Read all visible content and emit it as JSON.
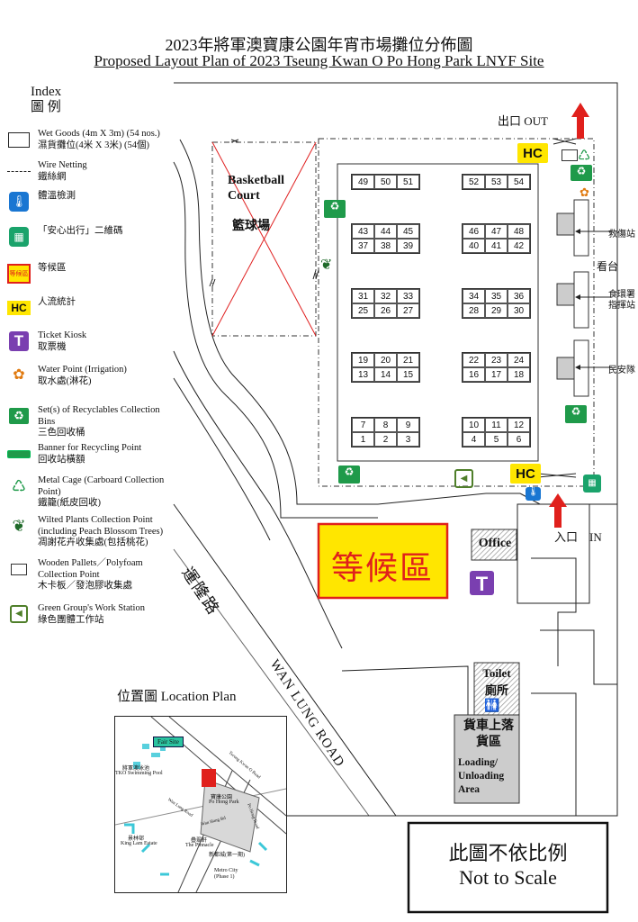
{
  "title": {
    "cn": "2023年將軍澳寶康公園年宵市場攤位分佈圖",
    "en": "Proposed Layout Plan of 2023 Tseung Kwan O Po Hong Park LNYF Site"
  },
  "legend": {
    "heading_en": "Index",
    "heading_cn": "圖  例",
    "items": [
      {
        "icon": "wet-goods-stall-icon",
        "text": "Wet Goods (4m X 3m) (54 nos.)\n濕貨攤位(4米 X 3米) (54個)"
      },
      {
        "icon": "wire-netting-icon",
        "text": "Wire Netting\n鐵絲網"
      },
      {
        "icon": "temperature-check-icon",
        "text": "體溫檢測"
      },
      {
        "icon": "leave-home-safe-qr-icon",
        "text": "「安心出行」二維碼"
      },
      {
        "icon": "waiting-area-icon",
        "text": "等候區"
      },
      {
        "icon": "hc-icon",
        "text": "人流統計"
      },
      {
        "icon": "ticket-kiosk-icon",
        "text": "Ticket Kiosk\n取票機"
      },
      {
        "icon": "water-point-icon",
        "text": "Water Point (Irrigation)\n取水處(淋花)"
      },
      {
        "icon": "recycle-bins-icon",
        "text": "Set(s) of Recyclables Collection Bins\n三色回收桶"
      },
      {
        "icon": "recycling-banner-icon",
        "text": "Banner for Recycling Point\n回收站橫額"
      },
      {
        "icon": "metal-cage-icon",
        "text": "Metal Cage (Carboard Collection Point)\n鐵籠(紙皮回收)"
      },
      {
        "icon": "wilted-plants-icon",
        "text": "Wilted Plants Collection Point (including Peach Blossom Trees)\n凋謝花卉收集處(包括桃花)"
      },
      {
        "icon": "wooden-pallets-icon",
        "text": "Wooden Pallets／Polyfoam Collection Point\n木卡板／發泡膠收集處"
      },
      {
        "icon": "green-group-icon",
        "text": "Green Group's Work Station\n綠色團體工作站"
      }
    ]
  },
  "map": {
    "exit": "出口 OUT",
    "entrance": "入口　IN",
    "hc": "HC",
    "basketball_en": "Basketball Court",
    "basketball_cn": "籃球場",
    "road_cn": "運隆路",
    "road_en": "WAN LUNG ROAD",
    "waiting_area": "等候區",
    "office": "Office",
    "toilet_en": "Toilet",
    "toilet_cn": "廁所",
    "loading_cn": "貨車上落貨區",
    "loading_en": "Loading/ Unloading Area",
    "stand": "看台",
    "first_aid": "救傷站",
    "fehd_post": "食環署指揮站",
    "civil_aid": "民安隊",
    "scale_cn": "此圖不依比例",
    "scale_en": "Not to Scale",
    "stall_blocks": [
      [
        "49",
        "50",
        "51"
      ],
      [
        "52",
        "53",
        "54"
      ],
      [
        "43",
        "44",
        "45",
        "37",
        "38",
        "39"
      ],
      [
        "46",
        "47",
        "48",
        "40",
        "41",
        "42"
      ],
      [
        "31",
        "32",
        "33",
        "25",
        "26",
        "27"
      ],
      [
        "34",
        "35",
        "36",
        "28",
        "29",
        "30"
      ],
      [
        "19",
        "20",
        "21",
        "13",
        "14",
        "15"
      ],
      [
        "22",
        "23",
        "24",
        "16",
        "17",
        "18"
      ],
      [
        "7",
        "8",
        "9",
        "1",
        "2",
        "3"
      ],
      [
        "10",
        "11",
        "12",
        "4",
        "5",
        "6"
      ]
    ]
  },
  "location_plan": {
    "title": "位置圖 Location Plan",
    "fair_site": "Fair Site",
    "swimming_pool": "TKO Swimming Pool",
    "swimming_pool_cn": "將軍澳泳池",
    "po_hong_park_cn": "寶康公園",
    "po_hong_park": "Po Hong Park",
    "king_lam_cn": "景林邨",
    "king_lam": "King Lam Estate",
    "pinnacle_cn": "疊翠軒",
    "pinnacle": "The Pinnacle",
    "metro_city_cn": "新都城(第一期)",
    "metro_city": "Metro City (Phase 1)",
    "road_wan_lung": "Wan Lung Road",
    "road_wan_hang": "Wan Hang Rd",
    "road_po_hong": "Po Hong Road",
    "road_tko": "Tseung Kwan O Road"
  }
}
